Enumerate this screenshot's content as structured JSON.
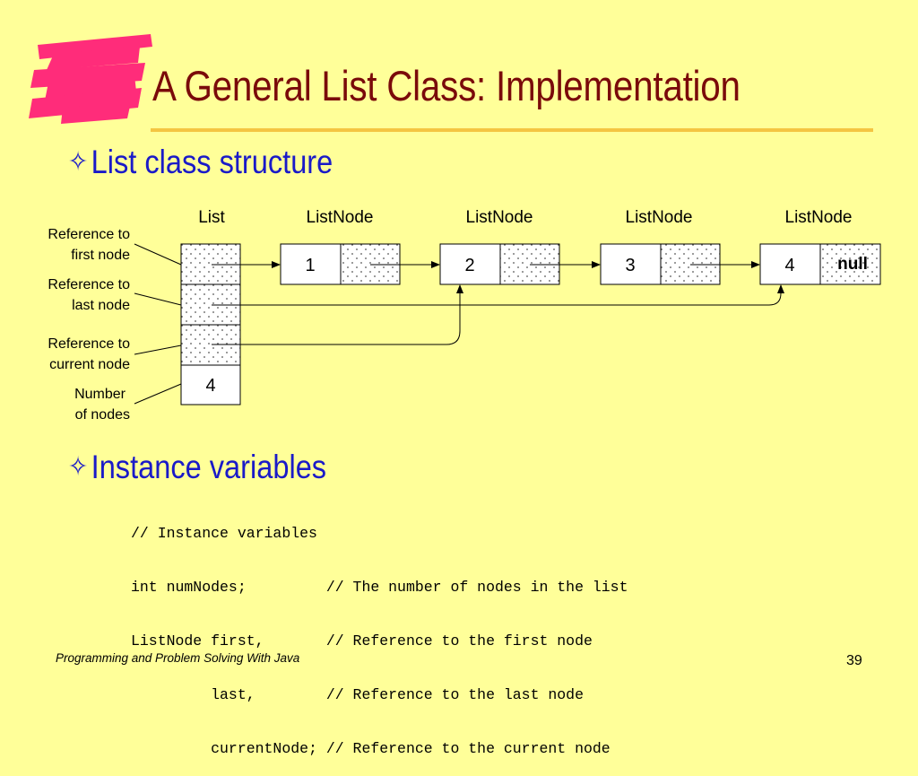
{
  "title": "A General List Class: Implementation",
  "bullets": [
    {
      "glyph": "✧",
      "text": "List class structure"
    },
    {
      "glyph": "✧",
      "text": "Instance variables"
    }
  ],
  "diagram": {
    "headers": [
      "List",
      "ListNode",
      "ListNode",
      "ListNode",
      "ListNode"
    ],
    "side_labels": [
      [
        "Reference to",
        "first node"
      ],
      [
        "Reference to",
        "last node"
      ],
      [
        "Reference  to",
        "current node"
      ],
      [
        "Number",
        "of nodes"
      ]
    ],
    "list_count": "4",
    "node_values": [
      "1",
      "2",
      "3",
      "4"
    ],
    "null_label": "null"
  },
  "code_lines": [
    "// Instance variables",
    "int numNodes;         // The number of nodes in the list",
    "ListNode first,       // Reference to the first node",
    "         last,        // Reference to the last node",
    "         currentNode; // Reference to the current node"
  ],
  "footer": "Programming and Problem Solving With Java",
  "page_number": "39",
  "colors": {
    "background": "#FFFF99",
    "title": "#7A0A0A",
    "bullet": "#1A1AC8",
    "rule": "#F4C542",
    "logo": "#FF2C7A"
  }
}
